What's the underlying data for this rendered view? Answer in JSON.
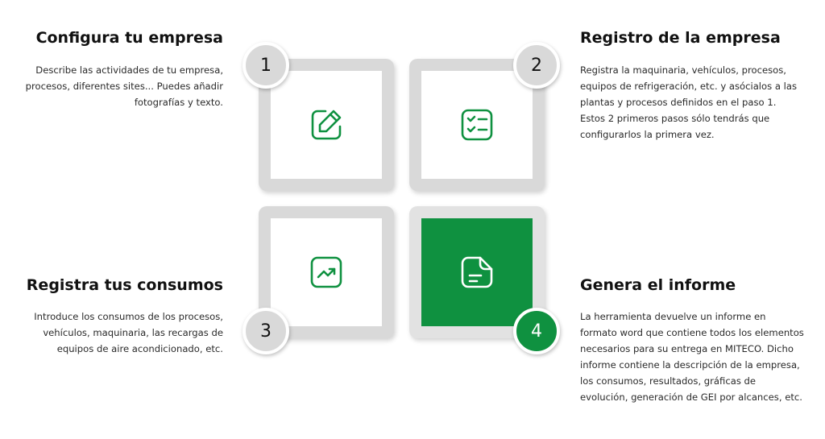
{
  "colors": {
    "accent": "#0f9140",
    "tile_gray": "#d9d9d9"
  },
  "steps": [
    {
      "number": "1",
      "title": "Configura tu empresa",
      "description": "Describe las actividades de tu empresa, procesos, diferentes sites... Puedes añadir fotografías y texto.",
      "icon": "pencil-edit-icon"
    },
    {
      "number": "2",
      "title": "Registro de la empresa",
      "description": "Registra la maquinaria, vehículos, procesos, equipos de refrigeración, etc. y asócialos a las plantas y procesos definidos en el paso 1. Estos 2 primeros pasos sólo tendrás que configurarlos la primera vez.",
      "icon": "checklist-icon"
    },
    {
      "number": "3",
      "title": "Registra tus consumos",
      "description": "Introduce los consumos de los procesos, vehículos, maquinaria, las recargas de equipos de aire acondicionado, etc.",
      "icon": "trend-up-icon"
    },
    {
      "number": "4",
      "title": "Genera el informe",
      "description": "La herramienta devuelve un informe en formato word que contiene todos los elementos necesarios para su entrega en MITECO. Dicho informe contiene la descripción de la empresa, los consumos, resultados,  gráficas de evolución, generación de GEI por alcances, etc.",
      "icon": "document-icon"
    }
  ]
}
